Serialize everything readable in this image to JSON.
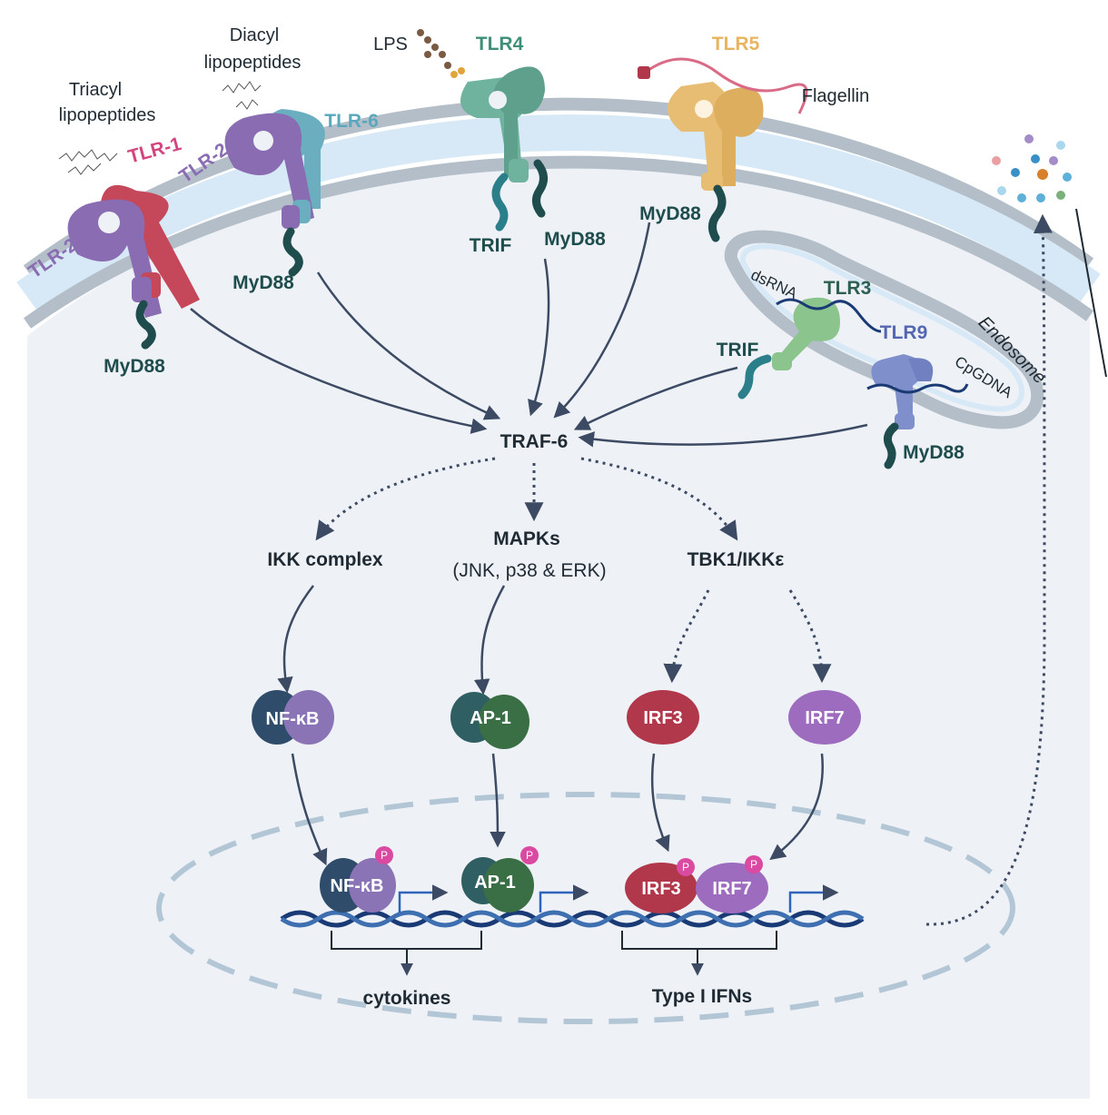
{
  "receptors": {
    "tlr1": "TLR-1",
    "tlr2_left": "TLR-2",
    "tlr2_right": "TLR-2",
    "tlr6": "TLR-6",
    "tlr4": "TLR4",
    "tlr5": "TLR5",
    "tlr3": "TLR3",
    "tlr9": "TLR9"
  },
  "ligands": {
    "triacyl_line1": "Triacyl",
    "triacyl_line2": "lipopeptides",
    "diacyl_line1": "Diacyl",
    "diacyl_line2": "lipopeptides",
    "lps": "LPS",
    "flagellin": "Flagellin",
    "dsrna": "dsRNA",
    "cpgdna": "CpGDNA"
  },
  "adaptors": {
    "myd88_1": "MyD88",
    "myd88_2": "MyD88",
    "myd88_3": "MyD88",
    "myd88_4": "MyD88",
    "myd88_5": "MyD88",
    "trif_1": "TRIF",
    "trif_2": "TRIF"
  },
  "compartments": {
    "endosome": "Endosome"
  },
  "pathway": {
    "traf6": "TRAF-6",
    "ikk": "IKK complex",
    "mapks": "MAPKs",
    "mapks_sub": "(JNK, p38 & ERK)",
    "tbk1": "TBK1/IKKε"
  },
  "transcription_factors": {
    "nfkb": "NF-κB",
    "ap1": "AP-1",
    "irf3": "IRF3",
    "irf7": "IRF7",
    "nfkb_nuc": "NF-κB",
    "ap1_nuc": "AP-1",
    "irf3_nuc": "IRF3",
    "irf7_nuc": "IRF7",
    "phospho": "P"
  },
  "outputs": {
    "cytokines": "cytokines",
    "ifns": "Type I IFNs"
  },
  "colors": {
    "cytoplasm": "#eef2f7",
    "membrane_outer": "#b3bec8",
    "membrane_inner": "#d7e9f6",
    "tlr2": "#8a6cb3",
    "tlr1": "#c4485a",
    "tlr6": "#6aaebf",
    "tlr4": "#6fb39f",
    "tlr5": "#e7bd73",
    "tlr3": "#8cc48e",
    "tlr9": "#7f8fcc",
    "myd88": "#1f4d4d",
    "trif": "#2a7f8a",
    "arrow": "#3c4a63",
    "nfkb": "#2f4c6b",
    "ap1": "#2f6f4a",
    "irf3": "#b0384a",
    "irf7": "#9d6cbf",
    "phospho": "#d94aa0",
    "dna": "#1a3a75"
  }
}
